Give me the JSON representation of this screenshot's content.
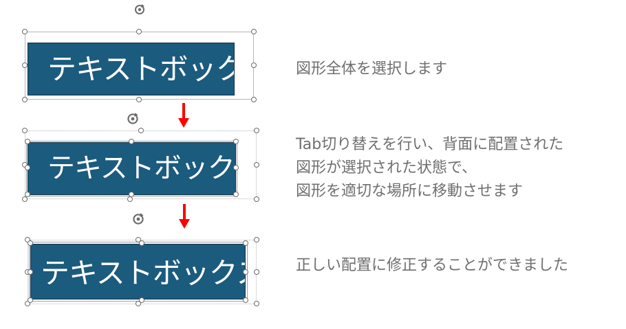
{
  "textbox_label": "テキストボックス",
  "steps": [
    {
      "description": [
        "図形全体を選択します"
      ]
    },
    {
      "description": [
        "Tab切り替えを行い、背面に配置された",
        "図形が選択された状態で、",
        "図形を適切な場所に移動させます"
      ]
    },
    {
      "description": [
        "正しい配置に修正することができました"
      ]
    }
  ],
  "colors": {
    "box_fill": "#1b5b7e",
    "box_text": "#ffffff",
    "arrow": "#ff0000",
    "desc_text": "#6f6f6f",
    "handle_border": "#6b6b6b"
  },
  "icons": {
    "rotate": "rotate-handle-icon",
    "arrow": "down-arrow-icon"
  }
}
